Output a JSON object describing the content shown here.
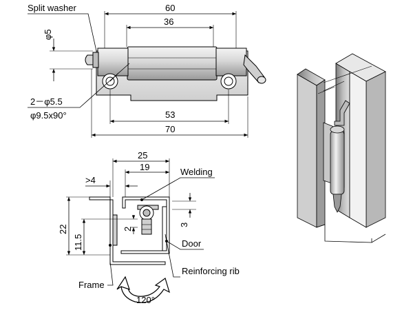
{
  "top_view": {
    "callouts": {
      "split_washer": "Split washer"
    },
    "dims": {
      "overall_width_top": "60",
      "inner_width": "36",
      "pin_dia": "φ5",
      "hole_spec_1": "2－φ5.5",
      "hole_spec_2": "φ9.5x90°",
      "hole_pitch": "53",
      "overall_width": "70"
    }
  },
  "section_view": {
    "callouts": {
      "welding": "Welding",
      "door": "Door",
      "reinforcing_rib": "Reinforcing rib",
      "frame": "Frame",
      "rotation": "120°"
    },
    "dims": {
      "width_25": "25",
      "width_19": "19",
      "gap_gt4": ">4",
      "height_22": "22",
      "height_11_5": "11.5",
      "offset_2": "2",
      "offset_3": "3"
    }
  },
  "iso_view": {},
  "colors": {
    "line": "#000000",
    "metal_light": "#e6e6e6",
    "metal_mid": "#c4c4c4",
    "metal_dark": "#8c8c8c",
    "arrow_fill": "#ffffff"
  }
}
